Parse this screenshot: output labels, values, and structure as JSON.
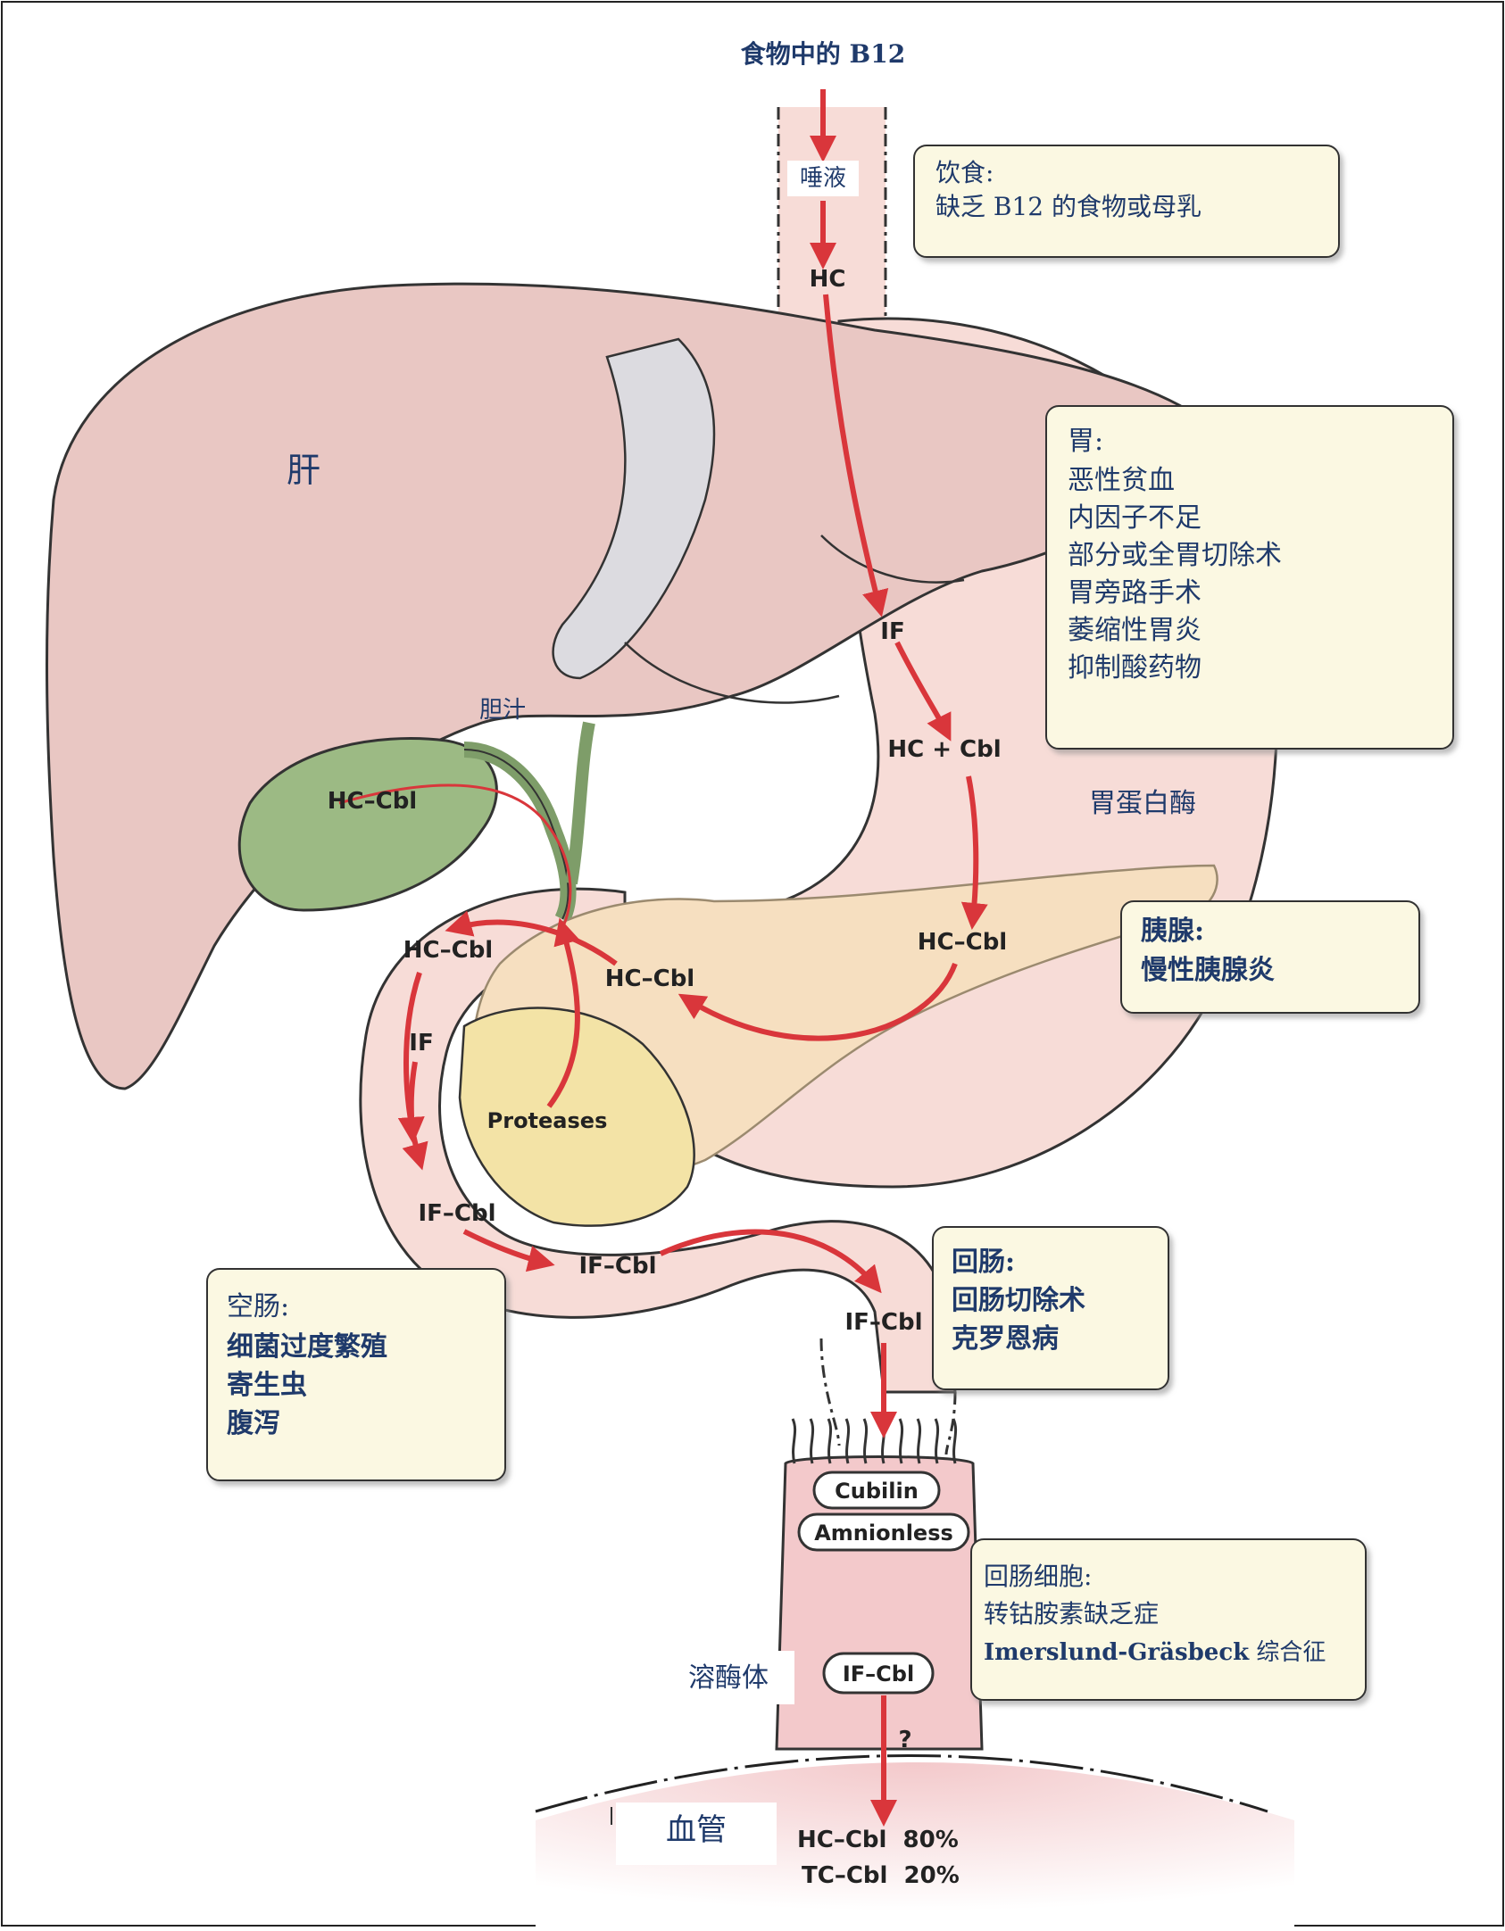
{
  "top_label": "食物中的 B12",
  "saliva": "唾液",
  "hc": "HC",
  "liver": "肝",
  "bile": "胆汁",
  "if_stomach": "IF",
  "hc_plus_cbl": "HC + Cbl",
  "pepsin": "胃蛋白酶",
  "hc_cbl_gall": "HC–Cbl",
  "hc_cbl_pancreas": "HC–Cbl",
  "hc_cbl_mid": "HC–Cbl",
  "hc_cbl_duo": "HC–Cbl",
  "if_duo": "IF",
  "proteases": "Proteases",
  "if_cbl_1": "IF–Cbl",
  "if_cbl_2": "IF–Cbl",
  "if_cbl_3": "IF–Cbl",
  "cubilin": "Cubilin",
  "amnionless": "Amnionless",
  "lysosome": "溶酶体",
  "if_cbl_cell": "IF–Cbl",
  "question": "?",
  "blood_vessel": "血管",
  "result_1": "HC–Cbl  80%",
  "result_2": "TC–Cbl  20%",
  "boxes": {
    "diet": {
      "title": "饮食:",
      "lines": [
        "缺乏 B12 的食物或母乳"
      ]
    },
    "stomach": {
      "title": "胃:",
      "lines": [
        "恶性贫血",
        "内因子不足",
        "部分或全胃切除术",
        "胃旁路手术",
        "萎缩性胃炎",
        "抑制酸药物"
      ]
    },
    "pancreas": {
      "title": "胰腺:",
      "lines": [
        "慢性胰腺炎"
      ]
    },
    "jejunum": {
      "title": "空肠:",
      "lines": [
        "细菌过度繁殖",
        "寄生虫",
        "腹泻"
      ]
    },
    "ileum": {
      "title": "回肠:",
      "lines": [
        "回肠切除术",
        "克罗恩病"
      ]
    },
    "enterocyte": {
      "title": "回肠细胞:",
      "line1": "转钴胺素缺乏症",
      "line2_bold": "Imerslund-Gräsbeck",
      "line2_rest": " 综合征"
    }
  },
  "colors": {
    "liver": "#e9c7c3",
    "stomach": "#f7dcd7",
    "gall": "#9cba84",
    "pancreas": "#f6dfc0",
    "pancreas_head": "#f3e3a6",
    "box": "#fbf8e2",
    "arrow": "#d9363b",
    "text": "#1f3a6b"
  }
}
